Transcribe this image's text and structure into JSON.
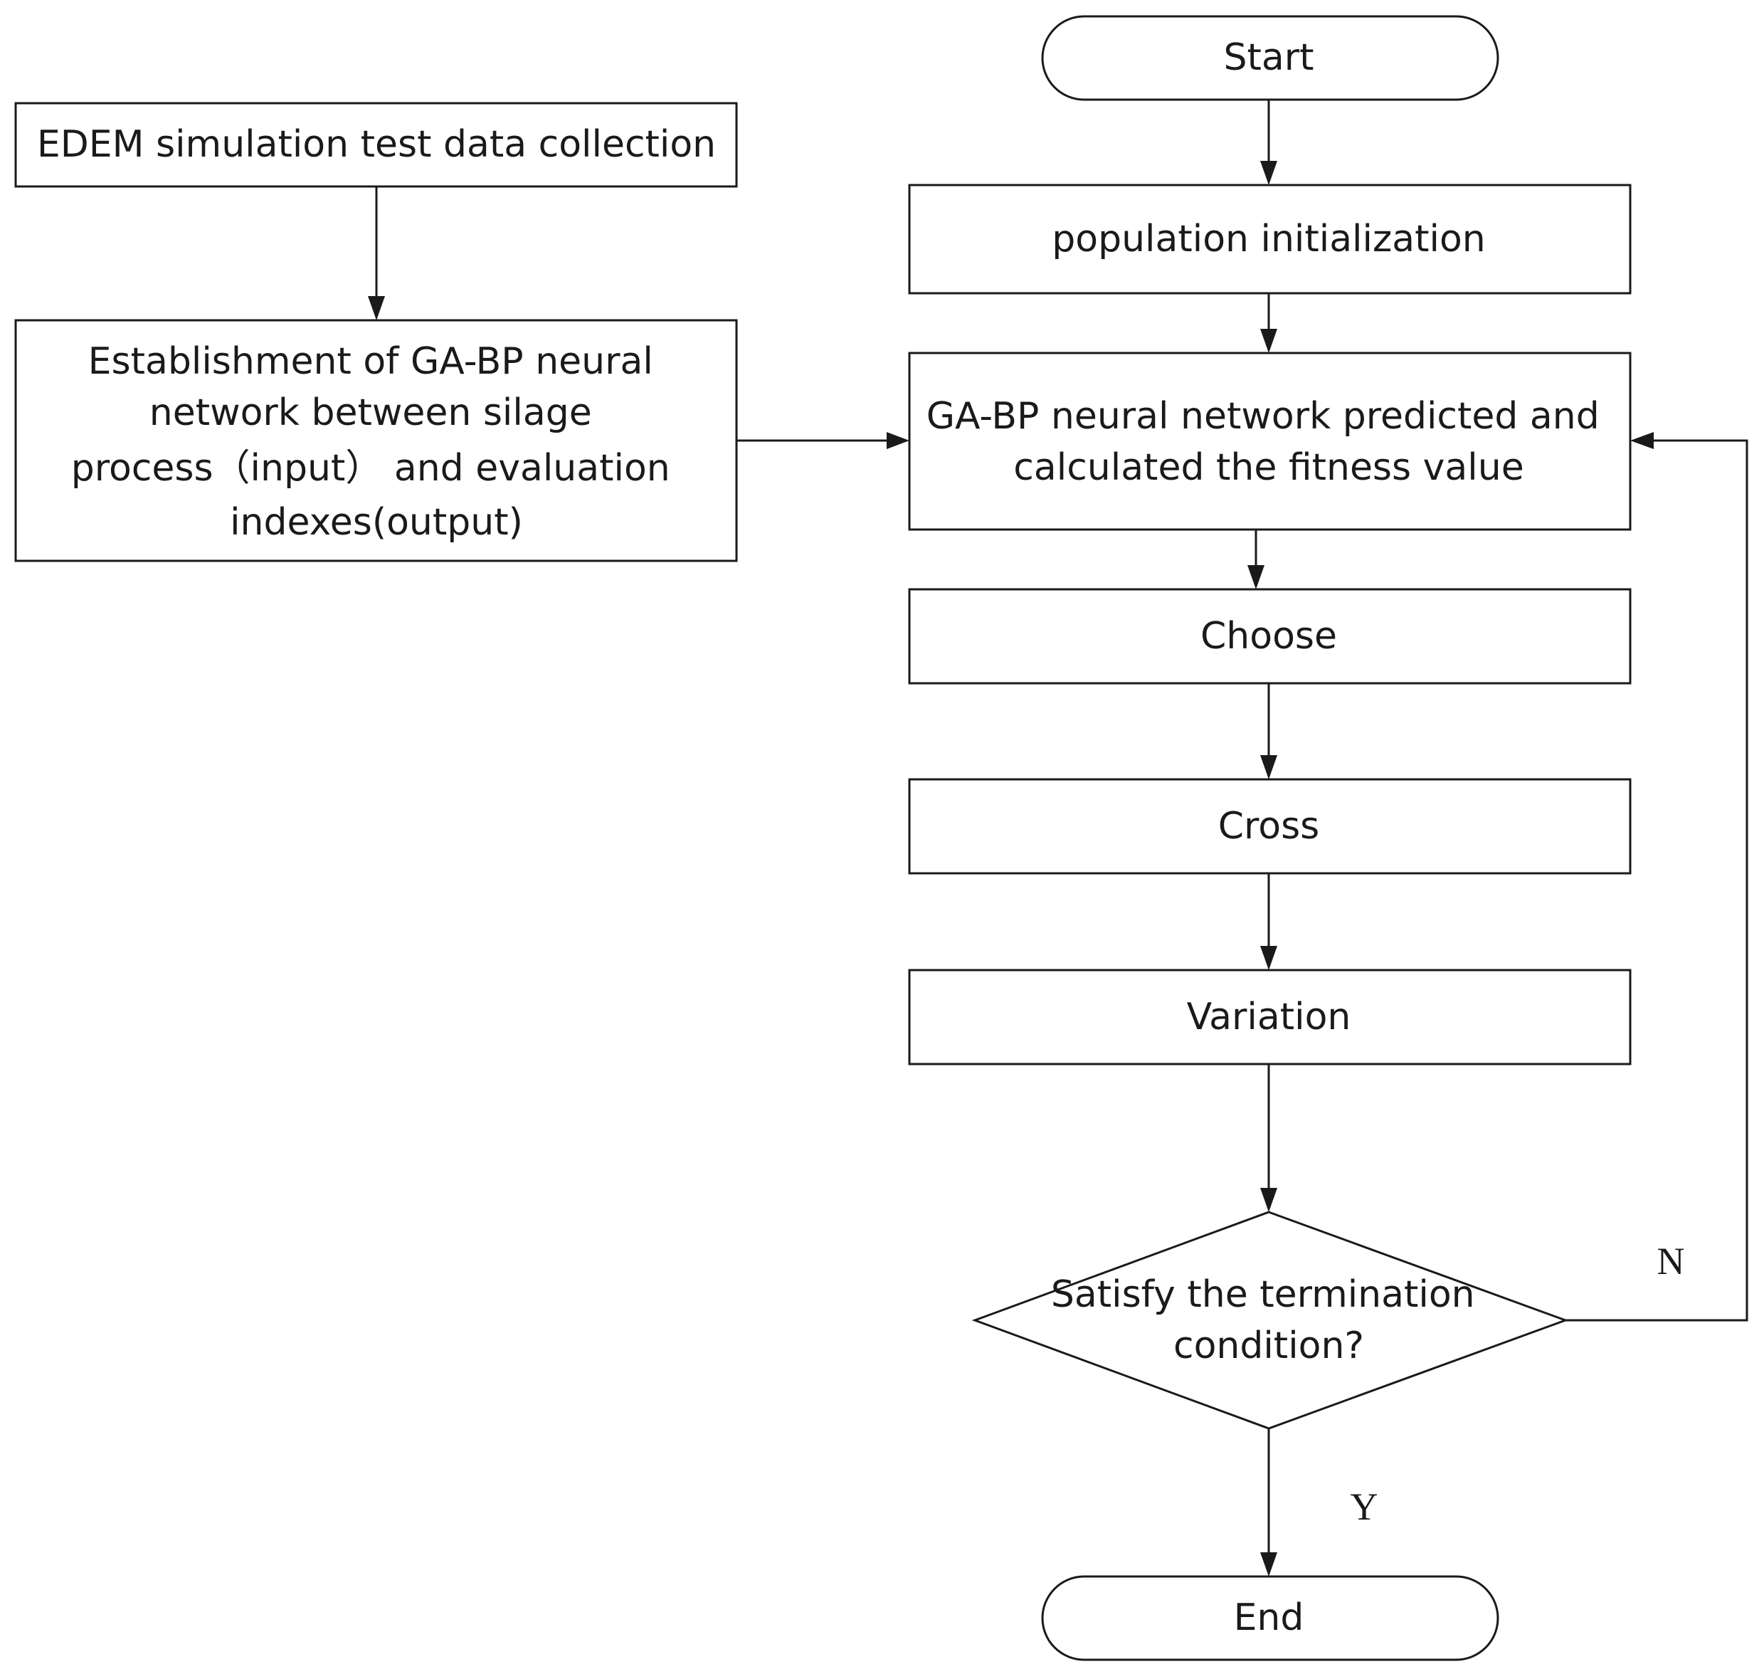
{
  "nodes": {
    "edem": {
      "lines": [
        "EDEM simulation test data collection"
      ]
    },
    "establish": {
      "lines": [
        "Establishment of GA-BP neural",
        "network between silage",
        "process（input） and evaluation",
        "indexes(output)"
      ]
    },
    "start": {
      "lines": [
        "Start"
      ]
    },
    "population": {
      "lines": [
        "population initialization"
      ]
    },
    "predict": {
      "lines": [
        "GA-BP neural network predicted and",
        "calculated the fitness value"
      ]
    },
    "choose": {
      "lines": [
        "Choose"
      ]
    },
    "cross": {
      "lines": [
        "Cross"
      ]
    },
    "variation": {
      "lines": [
        "Variation"
      ]
    },
    "decision": {
      "lines": [
        "Satisfy the termination",
        "condition?"
      ]
    },
    "end": {
      "lines": [
        "End"
      ]
    }
  },
  "edge_labels": {
    "no": "N",
    "yes": "Y"
  }
}
